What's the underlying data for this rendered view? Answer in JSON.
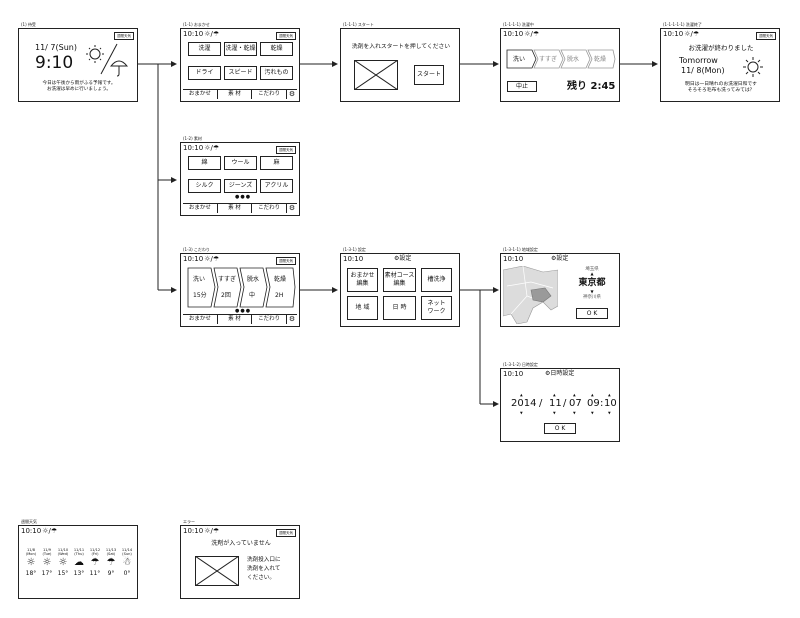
{
  "colors": {
    "line": "#222222",
    "map_fill": "#dcdcdc",
    "map_region": "#9a9a9a"
  },
  "status_time": "10:10",
  "weather_button": "週間天気",
  "screens": {
    "standby": {
      "caption": "(1) 待受",
      "date": "11/ 7(Sun)",
      "time": "9:10",
      "message1": "今日は午後から雨がふる予報です。",
      "message2": "お洗濯は早めに行いましょう。"
    },
    "omakase": {
      "caption": "(1-1) おまかせ",
      "buttons": [
        "洗濯",
        "洗濯・乾燥",
        "乾燥",
        "ドライ",
        "スピード",
        "汚れもの"
      ],
      "tabs": [
        "おまかせ",
        "素 材",
        "こだわり"
      ]
    },
    "start": {
      "caption": "(1-1-1) スタート",
      "instruction": "洗剤を入れスタートを押してください",
      "start_button": "スタート"
    },
    "washing": {
      "caption": "(1-1-1-1) 洗濯中",
      "steps": [
        "洗い",
        "すすぎ",
        "脱水",
        "乾燥"
      ],
      "stop_button": "中止",
      "remaining": "残り 2:45"
    },
    "finished": {
      "caption": "(1-1-1-1-1) 洗濯終了",
      "title": "お洗濯が終わりました",
      "tomorrow": "Tomorrow",
      "tomorrow_date": "11/ 8(Mon)",
      "message1": "明日は一日晴れのお洗濯日和です",
      "message2": "そろそろ毛布も洗ってみては？"
    },
    "material": {
      "caption": "(1-2) 素材",
      "buttons": [
        "綿",
        "ウール",
        "麻",
        "シルク",
        "ジーンズ",
        "アクリル"
      ],
      "tabs": [
        "おまかせ",
        "素 材",
        "こだわり"
      ]
    },
    "custom": {
      "caption": "(1-3) こだわり",
      "steps": [
        {
          "name": "洗い",
          "value": "15分"
        },
        {
          "name": "すすぎ",
          "value": "2回"
        },
        {
          "name": "脱水",
          "value": "中"
        },
        {
          "name": "乾燥",
          "value": "2H"
        }
      ],
      "tabs": [
        "おまかせ",
        "素 材",
        "こだわり"
      ]
    },
    "settings": {
      "caption": "(1-3-1) 設定",
      "title": "設定",
      "buttons": [
        "おまかせ\n編集",
        "素材コース\n編集",
        "槽洗浄",
        "地 域",
        "日 時",
        "ネット\nワーク"
      ]
    },
    "region": {
      "caption": "(1-3-1-1) 地域設定",
      "title": "設定",
      "prev": "埼玉県",
      "current": "東京都",
      "next": "神奈川県",
      "ok": "O K"
    },
    "datetime": {
      "caption": "(1-3-1-2) 日時設定",
      "title": "日時設定",
      "year": "2014",
      "month": "11",
      "day": "07",
      "hour": "09",
      "minute": "10",
      "ok": "O K"
    },
    "weekly": {
      "caption": "週間天気",
      "days": [
        {
          "date": "11/8",
          "dow": "(Mon)",
          "icon": "sun-icon",
          "temp": "18°"
        },
        {
          "date": "11/9",
          "dow": "(Tue)",
          "icon": "sun-icon",
          "temp": "17°"
        },
        {
          "date": "11/10",
          "dow": "(Wed)",
          "icon": "sun-icon",
          "temp": "15°"
        },
        {
          "date": "11/11",
          "dow": "(Thu)",
          "icon": "cloud-icon",
          "temp": "13°"
        },
        {
          "date": "11/12",
          "dow": "(Fri)",
          "icon": "umbrella-icon",
          "temp": "11°"
        },
        {
          "date": "11/13",
          "dow": "(Sat)",
          "icon": "umbrella-icon",
          "temp": "9°"
        },
        {
          "date": "11/14",
          "dow": "(Sun)",
          "icon": "snowman-icon",
          "temp": "0°"
        }
      ]
    },
    "error": {
      "caption": "エラー",
      "title": "洗剤が入っていません",
      "message1": "洗剤投入口に",
      "message2": "洗剤を入れて",
      "message3": "ください。"
    }
  }
}
